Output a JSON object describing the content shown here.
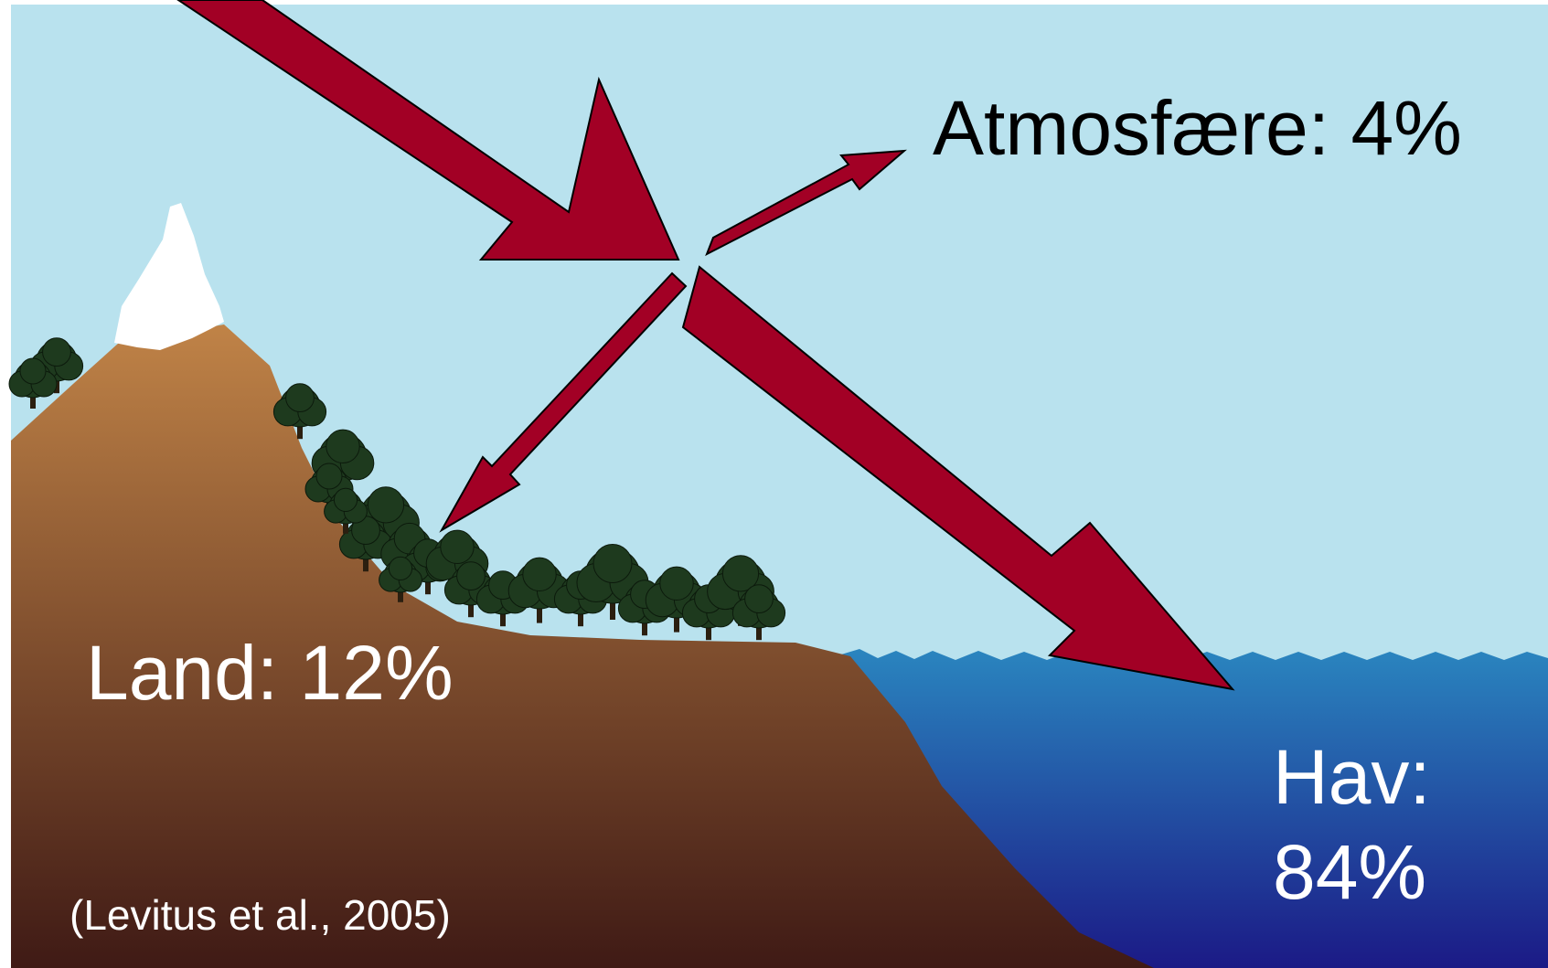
{
  "labels": {
    "atmosphere": "Atmosfære: 4%",
    "land": "Land: 12%",
    "ocean_line1": "Hav:",
    "ocean_line2": "84%",
    "source": "(Levitus et al., 2005)"
  },
  "shares_percent": {
    "atmosphere": 4,
    "land": 12,
    "ocean": 84
  },
  "colors": {
    "sky": "#b9e2ee",
    "arrow": "#a20025",
    "arrow_outline": "#000000",
    "land_top": "#c08347",
    "land_bottom": "#3f1a15",
    "ocean_top": "#2a85bf",
    "ocean_bottom": "#1b1a86",
    "snow": "#ffffff",
    "tree_canopy": "#1e3a1e",
    "tree_trunk": "#2b1f10"
  },
  "icons": [
    "tree-icon",
    "snow-cap-icon"
  ]
}
